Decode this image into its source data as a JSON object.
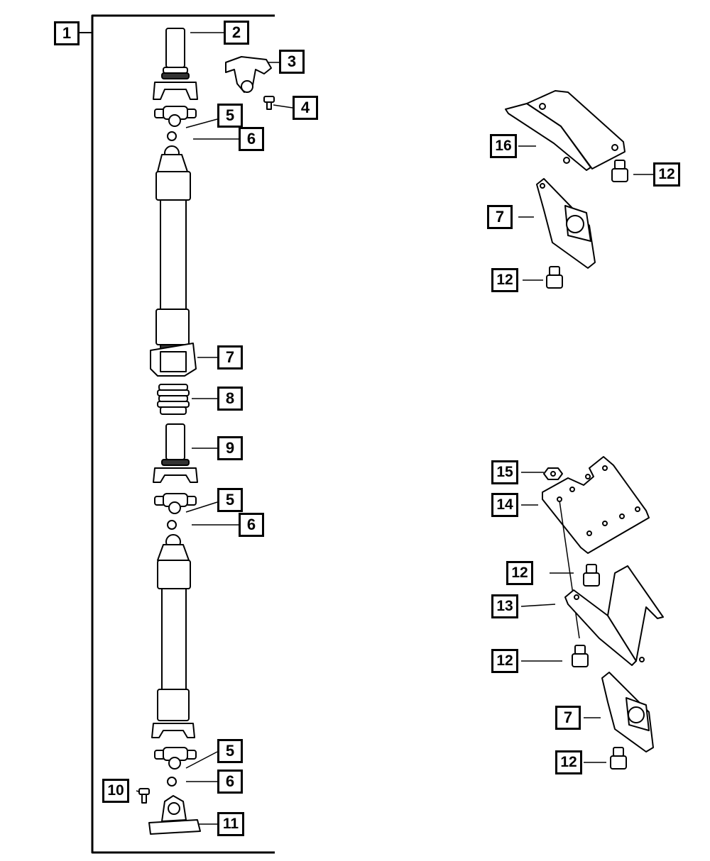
{
  "callouts": {
    "c1": "1",
    "c2": "2",
    "c3": "3",
    "c4": "4",
    "c5a": "5",
    "c6a": "6",
    "c7a": "7",
    "c8": "8",
    "c9": "9",
    "c5b": "5",
    "c6b": "6",
    "c5c": "5",
    "c6c": "6",
    "c10": "10",
    "c11": "11",
    "c16": "16",
    "c12a": "12",
    "c7b": "7",
    "c12b": "12",
    "c15": "15",
    "c14": "14",
    "c12c": "12",
    "c13": "13",
    "c12d": "12",
    "c7c": "7",
    "c12e": "12"
  },
  "colors": {
    "line": "#000000",
    "fill": "#ffffff"
  }
}
